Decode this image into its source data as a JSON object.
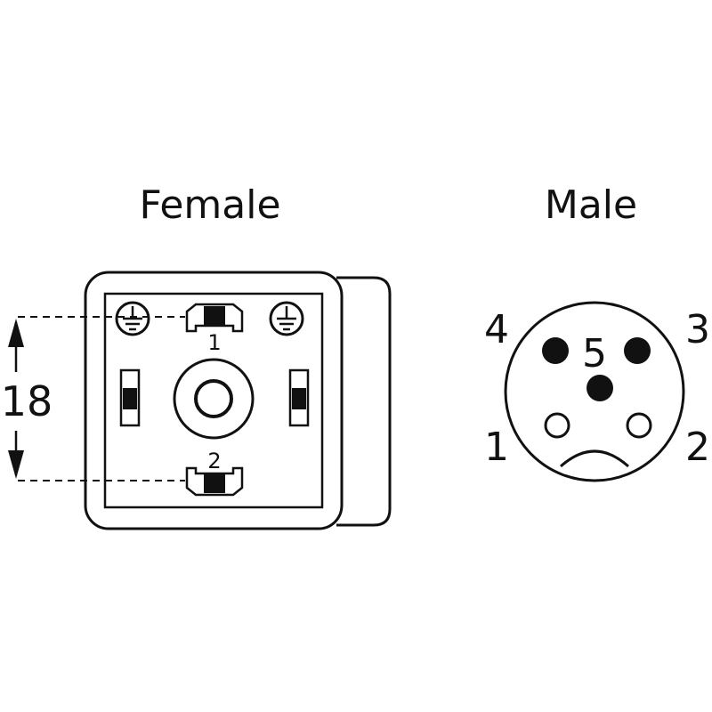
{
  "female": {
    "title": "Female",
    "dimension": "18",
    "pin_1": "1",
    "pin_2": "2"
  },
  "male": {
    "title": "Male",
    "pin_1": "1",
    "pin_2": "2",
    "pin_3": "3",
    "pin_4": "4",
    "pin_5": "5"
  },
  "colors": {
    "stroke": "#111111",
    "fill": "#111111",
    "background": "#ffffff"
  }
}
